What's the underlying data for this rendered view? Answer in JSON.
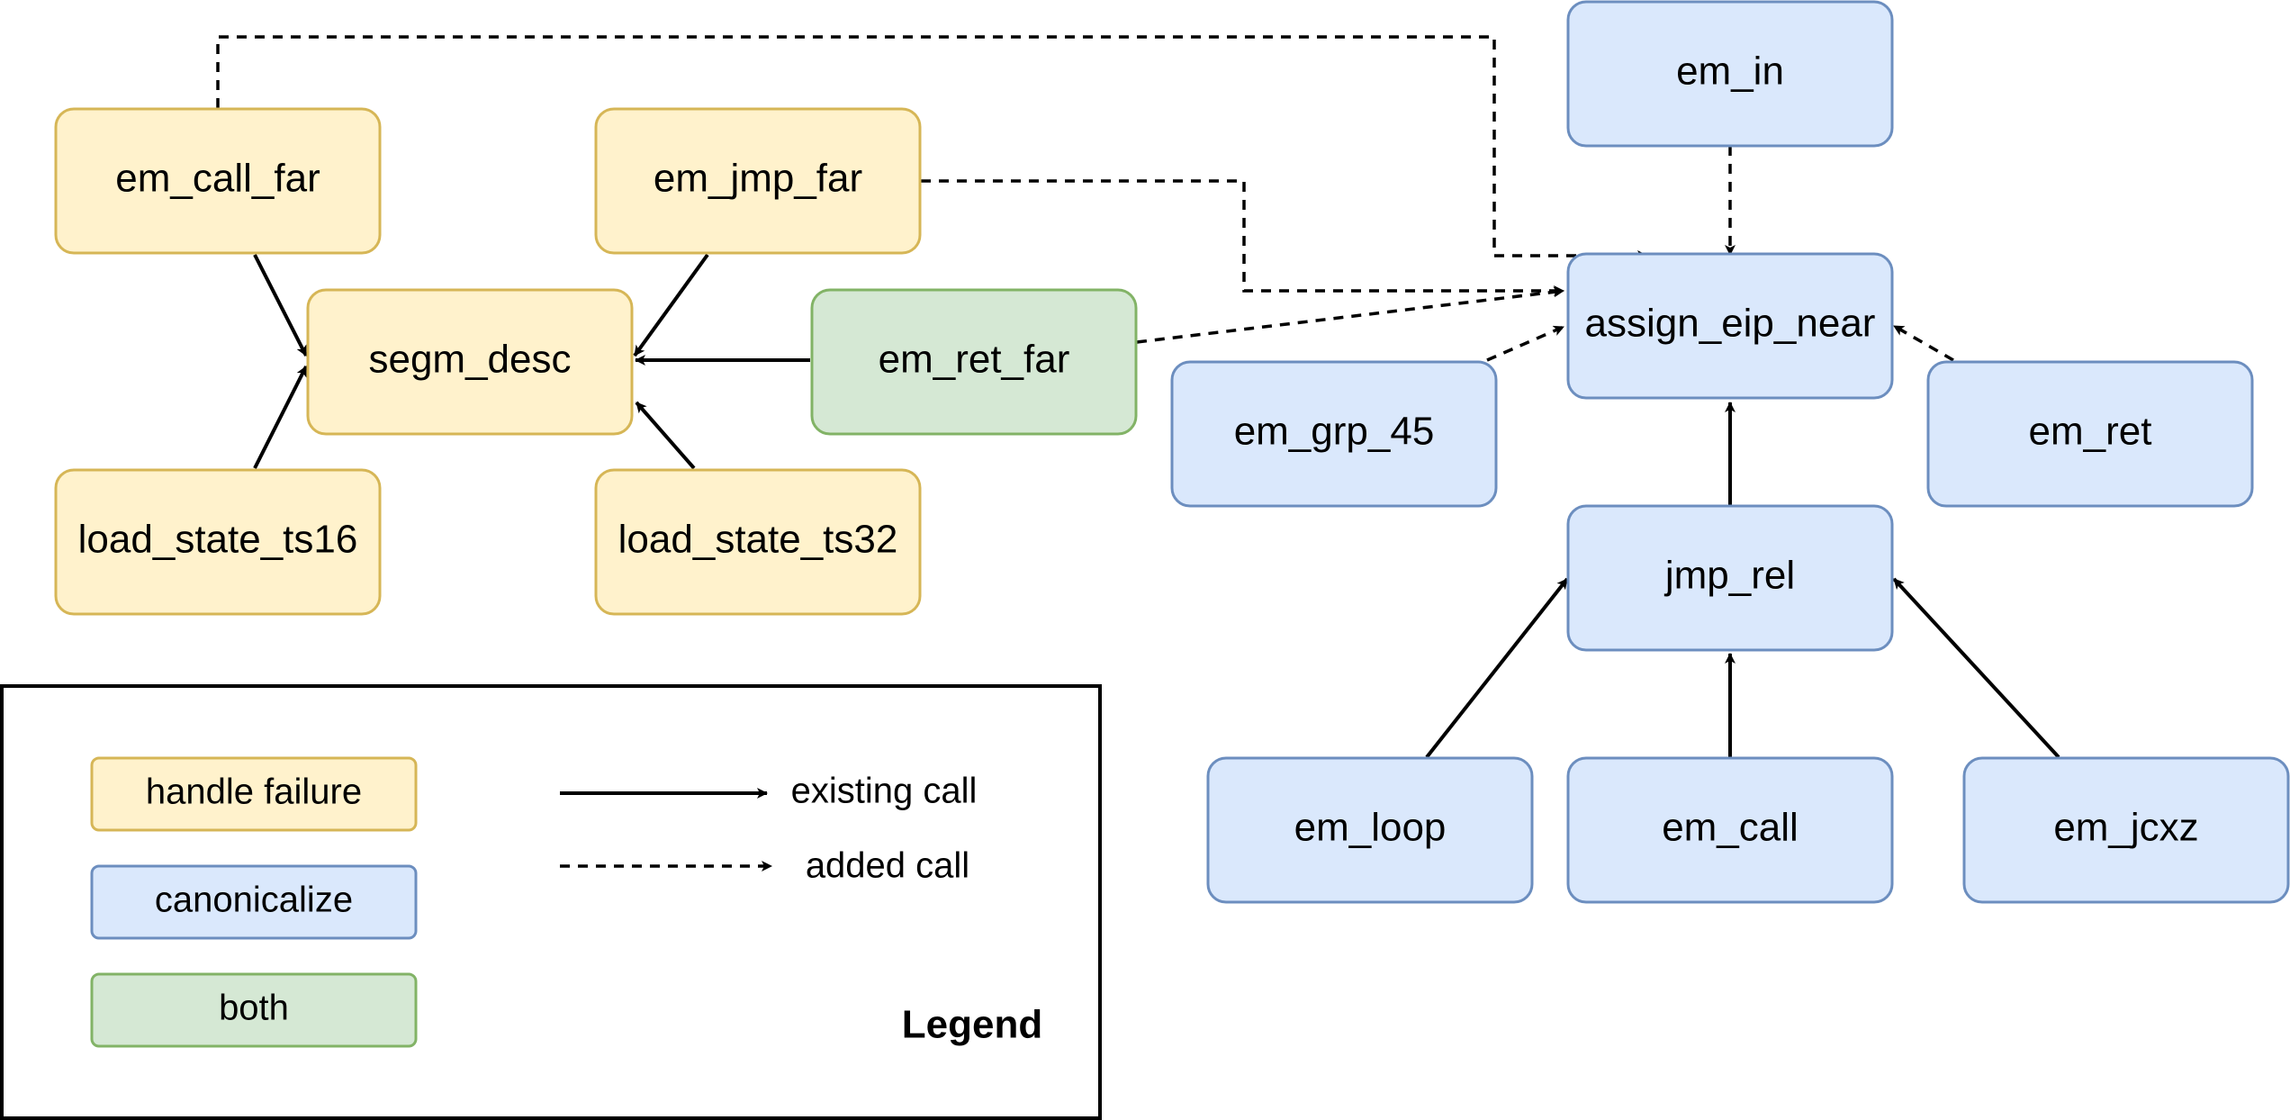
{
  "colors": {
    "handle_failure_fill": "#fff2cc",
    "handle_failure_stroke": "#d6b656",
    "canonicalize_fill": "#dae8fc",
    "canonicalize_stroke": "#6c8ebf",
    "both_fill": "#d5e8d4",
    "both_stroke": "#82b366",
    "edge": "#000000"
  },
  "nodes": {
    "em_call_far": "em_call_far",
    "em_jmp_far": "em_jmp_far",
    "segm_desc": "segm_desc",
    "em_ret_far": "em_ret_far",
    "load_state_ts16": "load_state_ts16",
    "load_state_ts32": "load_state_ts32",
    "em_in": "em_in",
    "assign_eip_near": "assign_eip_near",
    "em_grp_45": "em_grp_45",
    "em_ret": "em_ret",
    "jmp_rel": "jmp_rel",
    "em_loop": "em_loop",
    "em_call": "em_call",
    "em_jcxz": "em_jcxz"
  },
  "node_category": {
    "em_call_far": "handle_failure",
    "em_jmp_far": "handle_failure",
    "segm_desc": "handle_failure",
    "load_state_ts16": "handle_failure",
    "load_state_ts32": "handle_failure",
    "em_ret_far": "both",
    "em_in": "canonicalize",
    "assign_eip_near": "canonicalize",
    "em_grp_45": "canonicalize",
    "em_ret": "canonicalize",
    "jmp_rel": "canonicalize",
    "em_loop": "canonicalize",
    "em_call": "canonicalize",
    "em_jcxz": "canonicalize"
  },
  "edges": [
    {
      "from": "em_call_far",
      "to": "segm_desc",
      "kind": "existing"
    },
    {
      "from": "em_jmp_far",
      "to": "segm_desc",
      "kind": "existing"
    },
    {
      "from": "em_ret_far",
      "to": "segm_desc",
      "kind": "existing"
    },
    {
      "from": "load_state_ts16",
      "to": "segm_desc",
      "kind": "existing"
    },
    {
      "from": "load_state_ts32",
      "to": "segm_desc",
      "kind": "existing"
    },
    {
      "from": "em_call_far",
      "to": "assign_eip_near",
      "kind": "added"
    },
    {
      "from": "em_jmp_far",
      "to": "assign_eip_near",
      "kind": "added"
    },
    {
      "from": "em_ret_far",
      "to": "assign_eip_near",
      "kind": "added"
    },
    {
      "from": "em_in",
      "to": "assign_eip_near",
      "kind": "added"
    },
    {
      "from": "em_grp_45",
      "to": "assign_eip_near",
      "kind": "added"
    },
    {
      "from": "em_ret",
      "to": "assign_eip_near",
      "kind": "added"
    },
    {
      "from": "jmp_rel",
      "to": "assign_eip_near",
      "kind": "existing"
    },
    {
      "from": "em_loop",
      "to": "jmp_rel",
      "kind": "existing"
    },
    {
      "from": "em_call",
      "to": "jmp_rel",
      "kind": "existing"
    },
    {
      "from": "em_jcxz",
      "to": "jmp_rel",
      "kind": "existing"
    }
  ],
  "legend": {
    "title": "Legend",
    "handle_failure": "handle failure",
    "canonicalize": "canonicalize",
    "both": "both",
    "existing_call": "existing call",
    "added_call": "added call"
  }
}
